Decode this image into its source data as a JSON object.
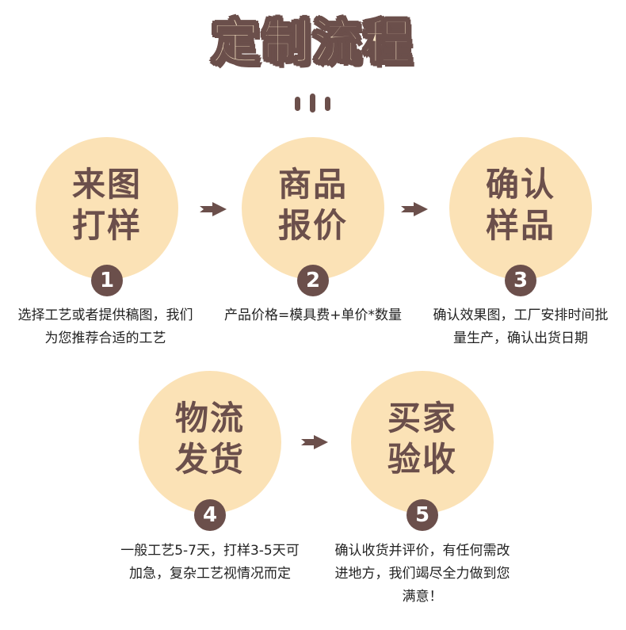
{
  "title": "定制流程",
  "colors": {
    "primary": "#6b4f4b",
    "circle": "#fbe2b6",
    "title_fill": "#f7e4c4"
  },
  "steps": [
    {
      "line1": "来图",
      "line2": "打样",
      "number": "1",
      "desc": "选择工艺或者提供稿图，我们为您推荐合适的工艺"
    },
    {
      "line1": "商品",
      "line2": "报价",
      "number": "2",
      "desc": "产品价格=模具费+单价*数量"
    },
    {
      "line1": "确认",
      "line2": "样品",
      "number": "3",
      "desc": "确认效果图，工厂安排时间批量生产，确认出货日期"
    },
    {
      "line1": "物流",
      "line2": "发货",
      "number": "4",
      "desc": "一般工艺5-7天，打样3-5天可加急，复杂工艺视情况而定"
    },
    {
      "line1": "买家",
      "line2": "验收",
      "number": "5",
      "desc": "确认收货并评价，有任何需改进地方，我们竭尽全力做到您满意！"
    }
  ],
  "icons": {
    "arrow": "arrow-right-icon"
  }
}
